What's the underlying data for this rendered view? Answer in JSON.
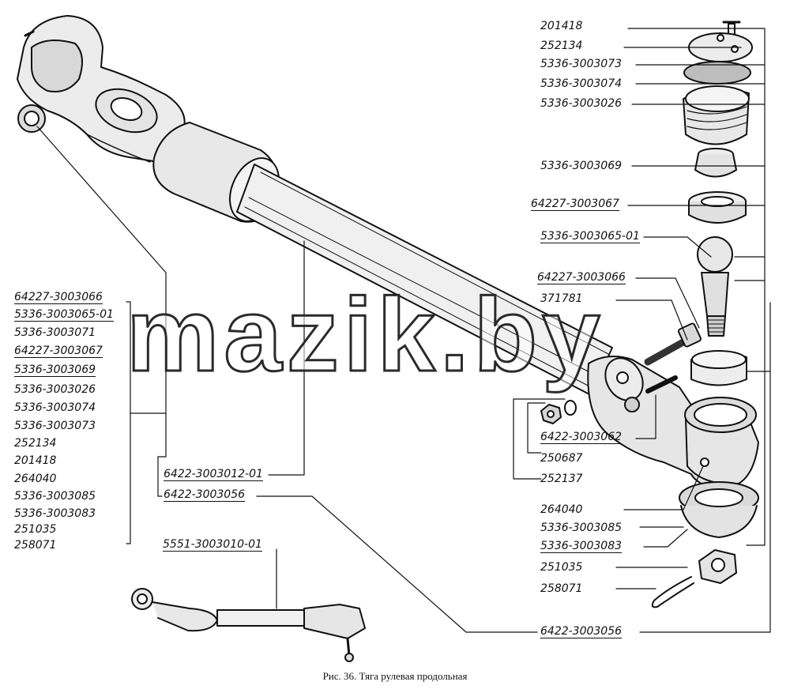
{
  "caption": "Рис. 36. Тяга рулевая продольная",
  "watermark": "mazik.by",
  "left_group": [
    {
      "text": "64227-3003066",
      "underline": true
    },
    {
      "text": "5336-3003065-01",
      "underline": true
    },
    {
      "text": "5336-3003071",
      "underline": false
    },
    {
      "text": "64227-3003067",
      "underline": true
    },
    {
      "text": "5336-3003069",
      "underline": true
    },
    {
      "text": "5336-3003026",
      "underline": false
    },
    {
      "text": "5336-3003074",
      "underline": false
    },
    {
      "text": "5336-3003073",
      "underline": false
    },
    {
      "text": "252134",
      "underline": false
    },
    {
      "text": "201418",
      "underline": false
    },
    {
      "text": "264040",
      "underline": false
    },
    {
      "text": "5336-3003085",
      "underline": false
    },
    {
      "text": "5336-3003083",
      "underline": false
    },
    {
      "text": "251035",
      "underline": false
    },
    {
      "text": "258071",
      "underline": false
    }
  ],
  "center_labels": {
    "rod_assembly": "6422-3003012-01",
    "tube": "6422-3003056",
    "alt_rod": "5551-3003010-01"
  },
  "right_labels": {
    "l201418": "201418",
    "l252134": "252134",
    "l3003073": "5336-3003073",
    "l3003074": "5336-3003074",
    "l3003026": "5336-3003026",
    "l3003069": "5336-3003069",
    "l3003067": "64227-3003067",
    "l3003065": "5336-3003065-01",
    "l3003066": "64227-3003066",
    "l371781": "371781",
    "l3003062": "6422-3003062",
    "l250687": "250687",
    "l252137": "252137",
    "l264040": "264040",
    "l3003085": "5336-3003085",
    "l3003083": "5336-3003083",
    "l251035": "251035",
    "l258071": "258071",
    "l3003056": "6422-3003056"
  }
}
